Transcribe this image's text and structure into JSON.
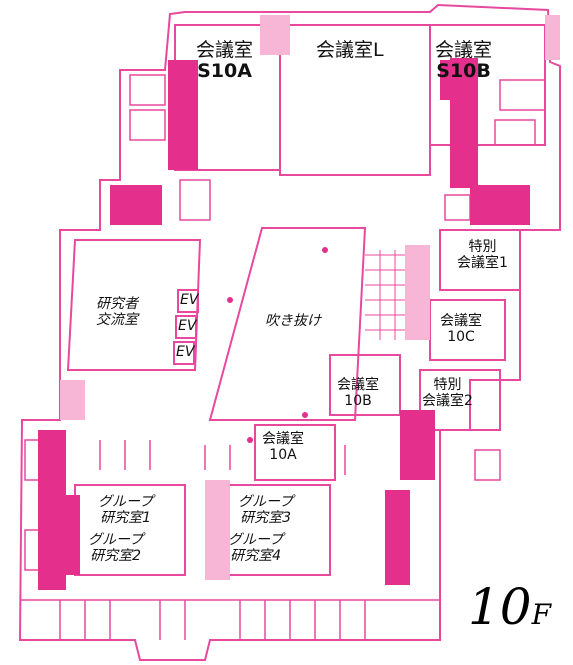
{
  "map": {
    "floor_number": "10",
    "floor_suffix": "F",
    "colors": {
      "outline": "#e8489e",
      "solid": "#e4308c",
      "light": "#f7b6d6",
      "text": "#111111"
    },
    "rooms": {
      "s10a": [
        "会議室",
        "S10A"
      ],
      "l": "会議室L",
      "s10b": [
        "会議室",
        "S10B"
      ],
      "tokubetsu1": [
        "特別",
        "会議室1"
      ],
      "kenkyusha": [
        "研究者",
        "交流室"
      ],
      "ev": [
        "EV",
        "EV",
        "EV"
      ],
      "fukinuke": "吹き抜け",
      "c10c": [
        "会議室",
        "10C"
      ],
      "c10b": [
        "会議室",
        "10B"
      ],
      "tokubetsu2": [
        "特別",
        "会議室2"
      ],
      "c10a": [
        "会議室",
        "10A"
      ],
      "group1": [
        "グループ",
        "研究室1"
      ],
      "group2": [
        "グループ",
        "研究室2"
      ],
      "group3": [
        "グループ",
        "研究室3"
      ],
      "group4": [
        "グループ",
        "研究室4"
      ]
    }
  }
}
